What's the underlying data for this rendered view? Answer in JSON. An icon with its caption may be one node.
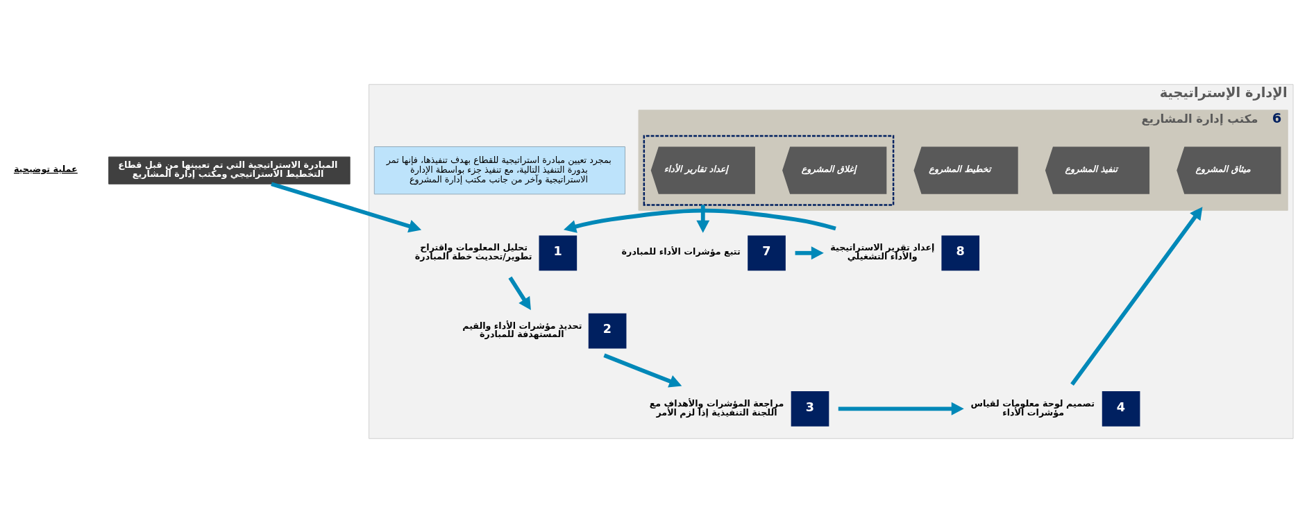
{
  "diagram": {
    "nodes": [
      {
        "text": [
          "المبادرة الاستراتيجية التي تم تعيينها من قبل قطاع التخطيط الاستراتيجي ومكتب إدارة المشاريع"
        ]
      },
      {
        "text": [
          "الإدارة الإستراتيجية"
        ]
      },
      {
        "text": [
          "1",
          "تحليل المعلومات واقتراح تطوير/تحديث خطة المبادرة"
        ],
        "in": 1
      },
      {
        "text": [
          "2",
          "تحديد مؤشرات الأداء والقيم المستهدفة للمبادرة"
        ],
        "in": 1
      },
      {
        "text": [
          "3",
          "مراجعة المؤشرات والأهداف مع اللجنة التنفيذية إذا لزم الأمر"
        ],
        "in": 1
      },
      {
        "text": [
          "4",
          "تصميم لوحة معلومات لقياس مؤشرات الأداء"
        ],
        "in": 1
      },
      {
        "text": [
          "6",
          "مكتب إدارة المشاريع"
        ],
        "in": 1
      },
      {
        "text": [
          "ميثاق المشروع"
        ],
        "in": 6
      },
      {
        "text": [
          "تخطيط المشروع"
        ],
        "in": 6
      },
      {
        "text": [
          "تنفيذ المشروع"
        ],
        "in": 6
      },
      {
        "text": [],
        "shape": "box",
        "in": 6
      },
      {
        "text": [
          "إعداد تقارير الأداء"
        ],
        "in": 10
      },
      {
        "text": [
          "إغلاق المشروع"
        ],
        "in": 10
      },
      {
        "text": [
          "7",
          "تتبع مؤشرات الأداء للمبادرة"
        ],
        "in": 1
      },
      {
        "text": [
          "8",
          "إعداد تقرير الاستراتيجية والأداء التشغيلي"
        ],
        "in": 1
      },
      {
        "text": [
          "بمجرد تعيين مبادرة استراتيجية للقطاع بهدف تنفيذها، فإنها تمر بدورة التنفيذ التالية، مع تنفيذ جزء بواسطة الإدارة الاستراتيجية وآخر من جانب مكتب إدارة المشروع"
        ],
        "in": 1
      }
    ],
    "edges": [
      {
        "from": 0,
        "to": 2,
        "arrow": "to"
      },
      {
        "from": 2,
        "to": 3,
        "arrow": "to"
      },
      {
        "from": 3,
        "to": 4,
        "arrow": "to"
      },
      {
        "from": 4,
        "to": 5,
        "arrow": "to"
      },
      {
        "from": 5,
        "to": 6,
        "arrow": "to"
      },
      {
        "from": 10,
        "to": 13,
        "arrow": "to"
      },
      {
        "from": 13,
        "to": 14,
        "arrow": "to"
      },
      {
        "from": 14,
        "to": 2,
        "arrow": "to"
      }
    ],
    "labels": [
      "عملية توضيحية"
    ]
  }
}
